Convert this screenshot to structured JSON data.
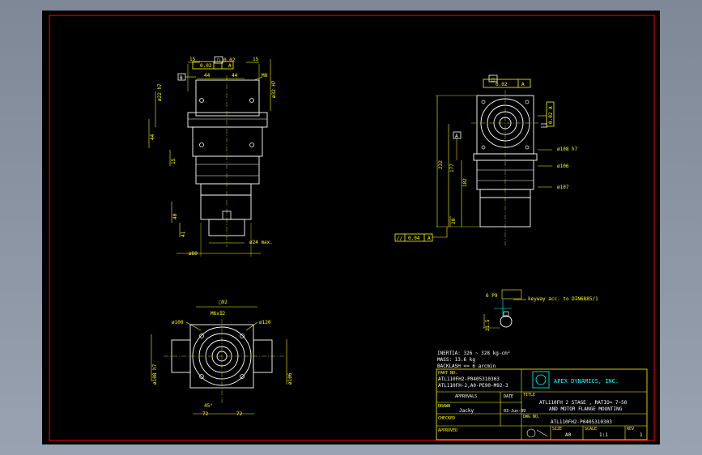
{
  "drawing": {
    "colors": {
      "frame": "#ff0000",
      "part": "#ffffff",
      "dimension": "#ffff00",
      "annot": "#00ffff",
      "cursor": "#00ffff",
      "viewport_bg": "#8b95a3"
    },
    "view1": {
      "tol_frame": {
        "sym": "□",
        "tol": "0.02",
        "ref": "A"
      },
      "flatness": "0.02",
      "dims": {
        "top_left": "15",
        "top_right": "15",
        "left_44": "44",
        "right_44": "44",
        "right_m8": "M8",
        "left_phi22": "ø22 h7",
        "right_phi32": "ø32 H7",
        "left_44v": "44",
        "left_15": "15",
        "left_40": "40",
        "phi24": "ø24 max.",
        "phi80": "ø80",
        "left_small": "41"
      },
      "datum_b": "B"
    },
    "view2": {
      "tol_frame": {
        "sym": "□",
        "tol": "0.02",
        "ref": "A"
      },
      "side_tol": "0.02 A",
      "dims": {
        "d232": "232",
        "d177": "177",
        "d182": "182",
        "d20": "20",
        "phi108": "ø108 h7",
        "phi106": "ø106",
        "phi107": "ø107"
      },
      "datum_a": "A",
      "parallel": {
        "sym": "//",
        "tol": "0.04",
        "ref": "A"
      }
    },
    "view3": {
      "square": "□92",
      "thread": "M6x12",
      "phi100": "ø100",
      "phi120": "ø120",
      "phi108": "ø108 h7",
      "phi106": "ø106",
      "angle": "45°",
      "d72a": "72",
      "d72b": "72"
    },
    "detail": {
      "keyway_label": "6 P9",
      "keyway_note": "keyway acc. to DIN6885/1",
      "dim": "21.5"
    },
    "specs": {
      "inertia": "INERTIA: 326 ~ 328 kg-cm²",
      "mass": "MASS: 13.6 kg",
      "backlash": "BACKLASH <= 6 arcmin"
    },
    "title_block": {
      "part_no_label": "PART NO.",
      "part_no_1": "ATL110FH2-P0405310303",
      "part_no_2": "ATL110FH-2,A0-PE90-M92-3",
      "approvals": "APPROVALS",
      "date_label": "DATE",
      "title_label": "TITLE",
      "company": "APEX DYNAMICS, INC.",
      "drawn_label": "DRAWN",
      "drawn_by": "Jacky",
      "drawn_date": "03-Jun-09",
      "title_line1": "ATL110FH 2 STAGE , RATIO= 7~50",
      "title_line2": "AND MOTOR FLANGE MOUNTING",
      "checked_label": "CHECKED",
      "dwg_no_label": "DWG NO.",
      "dwg_no": "ATL110FH2-P0405310303",
      "approved_label": "APPROVED",
      "size_label": "SIZE",
      "size": "A0",
      "scale_label": "SCALE",
      "scale": "1:1",
      "rev_label": "REV",
      "rev": "1"
    }
  }
}
